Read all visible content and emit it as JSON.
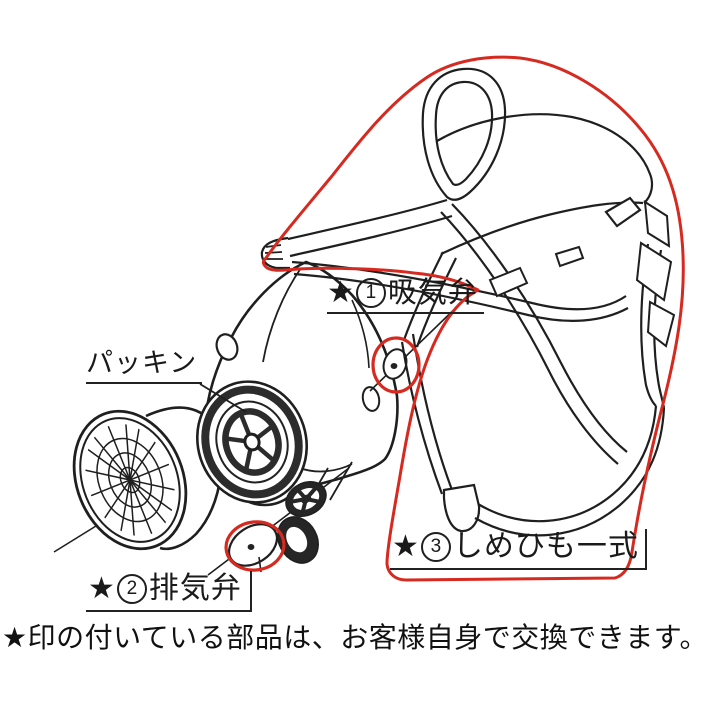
{
  "colors": {
    "highlight_red": "#d62a20",
    "line": "#1f1f1f",
    "background": "#ffffff"
  },
  "labels": {
    "packing": {
      "text": "パッキン"
    },
    "intake_valve": {
      "star": "★",
      "number": "1",
      "text": "吸気弁"
    },
    "exhaust_valve": {
      "star": "★",
      "number": "2",
      "text": "排気弁"
    },
    "strap_set": {
      "star": "★",
      "number": "3",
      "text": "しめひも一式"
    }
  },
  "footnote": "★印の付いている部品は、お客様自身で交換できます。"
}
